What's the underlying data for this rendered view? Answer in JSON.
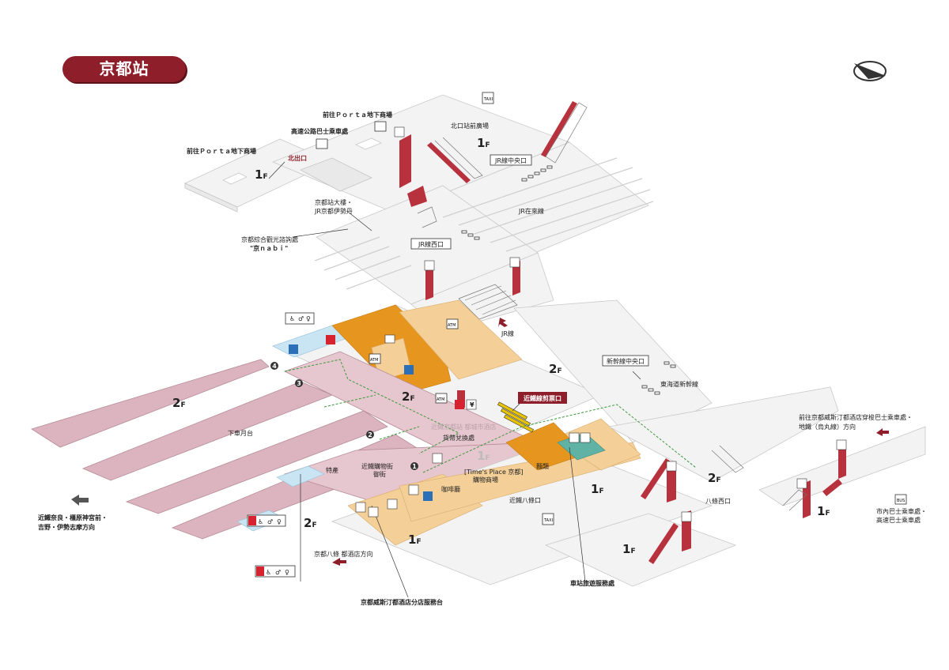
{
  "title": "京都站",
  "floors": {
    "f1_north_left": "1",
    "f1_north_center": "1",
    "f2_west": "2",
    "f2_center_left": "2",
    "f2_center_right": "2",
    "f1_center": "1",
    "f2_south": "2",
    "f1_south_left": "1",
    "f1_south_center": "1",
    "f1_south_bottom": "1",
    "f2_east": "2",
    "f1_east": "1",
    "floor_suffix": "F"
  },
  "labels": {
    "porta_left": "前往Ｐｏｒｔａ地下商場",
    "porta_top": "前往Ｐｏｒｔａ地下商場",
    "highway_bus": "高速公路巴士乘車處",
    "north_exit": "北出口",
    "north_plaza": "北口站前廣場",
    "jr_central_gate": "JR線中央口",
    "station_building_1": "京都站大樓・",
    "station_building_2": "JR京都伊勢丹",
    "tourist_info_1": "京都綜合觀光諮詢處",
    "tourist_info_2": "\"京ｎａｂｉ\"",
    "jr_lines": "JR在來線",
    "jr_west_gate": "JR線西口",
    "jr_line_arrow": "JR線",
    "shinkansen_gate": "新幹線中央口",
    "tokaido_shinkansen": "東海道新幹線",
    "kintetsu_gate": "近鐵線剪票口",
    "kintetsu_miyako_hotel": "近鐵京都站 都城市酒店",
    "currency_exchange": "貨幣兌換處",
    "arrival_platform": "下車月台",
    "specialties": "特產",
    "kintetsu_mall_1": "近鐵購物街",
    "kintetsu_mall_2": "御街",
    "times_place_1": "[Time's Place 京都]",
    "times_place_2": "購物商場",
    "coffee_shop": "咖啡廳",
    "noodles": "麵類",
    "kintetsu_hachijo": "近鐵八條口",
    "hachijo_west": "八條西口",
    "east_dest_1": "前往京都威斯汀都酒店穿梭巴士乘車處・",
    "east_dest_2": "地鐵（烏丸線）方向",
    "city_bus_1": "市內巴士乘車處・",
    "city_bus_2": "高速巴士乘車處",
    "west_dest_1": "近鐵奈良・橿原神宮前・",
    "west_dest_2": "吉野・伊勢志摩方向",
    "hotel_direction": "京都八條 都酒店方向",
    "westin_counter": "京都威斯汀都酒店分店服務台",
    "travel_center": "車站旅遊服務處",
    "atm_1": "ATM",
    "atm_2": "ATM",
    "atm_3": "ATM",
    "taxi_1": "TAXI",
    "taxi_2": "TAXI",
    "bus_tag": "BUS",
    "yen": "¥"
  },
  "platforms": [
    "1",
    "2",
    "3",
    "4"
  ],
  "colors": {
    "brand": "#8e1f2a",
    "kintetsu_concourse": "#dcb4bf",
    "shop_orange": "#e6961f",
    "shop_peach": "#f4cf98",
    "restroom_blue": "#c9e4f2",
    "escalator": "#b8323d",
    "route": "#3b9a3b"
  },
  "icons": {
    "compass": "compass-icon",
    "wheelchair": "wheelchair-icon",
    "restroom_male": "male-restroom-icon",
    "restroom_female": "female-restroom-icon",
    "coin_locker": "coin-locker-icon",
    "telephone": "telephone-icon",
    "elevator": "elevator-icon",
    "no_smoking": "no-smoking-icon"
  }
}
